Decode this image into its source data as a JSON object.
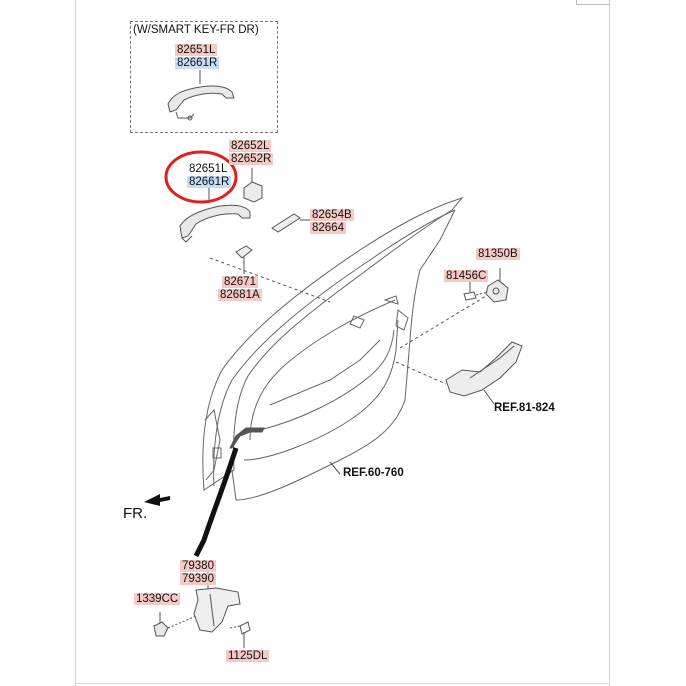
{
  "inset": {
    "title": "(W/SMART KEY-FR DR)",
    "part_l": "82651L",
    "part_r": "82661R"
  },
  "labels": {
    "handle_l": "82651L",
    "handle_r": "82661R",
    "cover_l": "82652L",
    "cover_r": "82652R",
    "pad_1": "82654B",
    "pad_2": "82664",
    "bracket_1": "82671",
    "bracket_2": "82681A",
    "striker": "81350B",
    "bolt": "81456C",
    "checker_1": "79380",
    "checker_2": "79390",
    "nut": "1339CC",
    "bolt2": "1125DL"
  },
  "refs": {
    "latch": "REF.81-824",
    "door": "REF.60-760"
  },
  "direction": "FR.",
  "highlight_color": "#f6c9c4",
  "highlight_blue": "#c7dcf7",
  "circle_color": "#e0211b"
}
